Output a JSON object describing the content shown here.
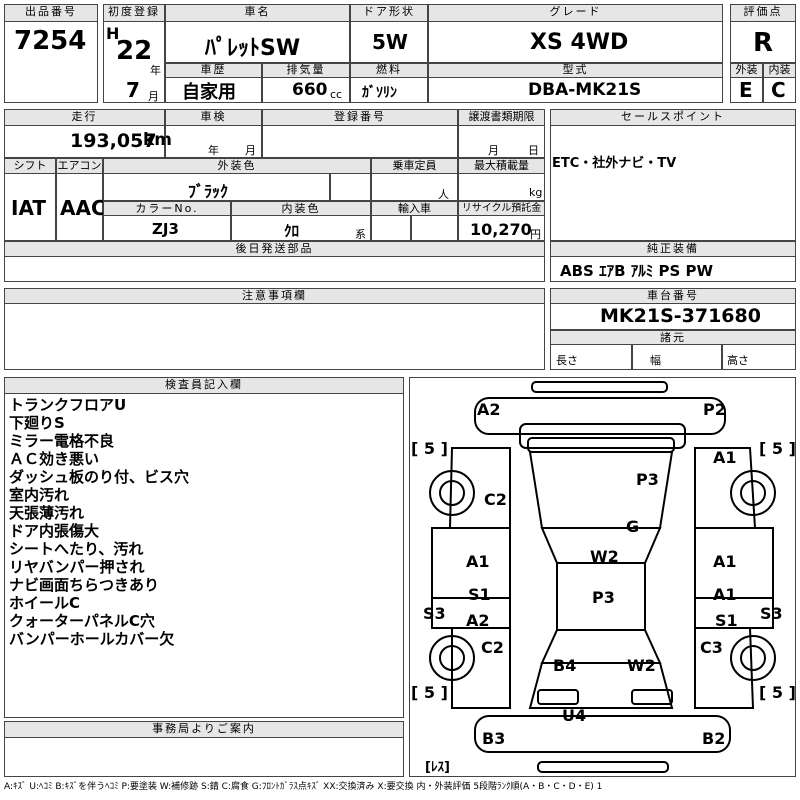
{
  "header": {
    "lot_label": "出品番号",
    "lot_no": "7254",
    "first_reg_label": "初度登録",
    "era": "H",
    "year": "22",
    "year_unit": "年",
    "month": "7",
    "month_unit": "月",
    "name_label": "車名",
    "car_name": "ﾊﾟﾚｯﾄSW",
    "door_label": "ドア形状",
    "door": "5W",
    "grade_label": "グレード",
    "grade": "XS 4WD",
    "score_label": "評価点",
    "score": "R",
    "history_label": "車歴",
    "history": "自家用",
    "displacement_label": "排気量",
    "displacement": "660",
    "displacement_unit": "cc",
    "fuel_label": "燃料",
    "fuel": "ｶﾞｿﾘﾝ",
    "model_label": "型式",
    "model": "DBA-MK21S",
    "ext_label": "外装",
    "ext_grade": "E",
    "int_label": "内装",
    "int_grade": "C"
  },
  "row2": {
    "mileage_label": "走行",
    "mileage": "193,057",
    "mileage_unit": "km",
    "inspection_label": "車検",
    "insp_year": "年",
    "insp_month": "月",
    "reg_no_label": "登録番号",
    "transfer_label": "譲渡書類期限",
    "transfer_month": "月",
    "transfer_day": "日",
    "sales_label": "セールスポイント",
    "sales_text": "ETC・社外ナビ・TV",
    "shift_label": "シフト",
    "shift": "IAT",
    "ac_label": "エアコン",
    "ac": "AAC",
    "color_label": "外装色",
    "color": "ﾌﾞﾗｯｸ",
    "capacity_label": "乗車定員",
    "capacity_unit": "人",
    "load_label": "最大積載量",
    "load_unit": "kg",
    "color_no_label": "カラーNo.",
    "color_no": "ZJ3",
    "interior_color_label": "内装色",
    "interior_color": "ｸﾛ",
    "interior_unit": "系",
    "import_label": "輸入車",
    "recycle_label": "リサイクル預託金",
    "recycle": "10,270",
    "recycle_unit": "円",
    "later_label": "後日発送部品",
    "equip_label": "純正装備",
    "equip": "ABS ｴｱB ｱﾙﾐ PS PW",
    "notes_label": "注意事項欄",
    "chassis_label": "車台番号",
    "chassis": "MK21S-371680",
    "spec_label": "諸元",
    "length": "長さ",
    "width": "幅",
    "height": "高さ"
  },
  "inspector": {
    "label": "検査員記入欄",
    "notes": [
      "トランクフロアU",
      "下廻りS",
      "ミラー電格不良",
      "ＡＣ効き悪い",
      "ダッシュ板のり付、ビス穴",
      "室内汚れ",
      "天張薄汚れ",
      "ドア内張傷大",
      "シートへたり、汚れ",
      "リヤバンパー押され",
      "ナビ画面ちらつきあり",
      "ホイールC",
      "クォーターパネルC穴",
      "バンパーホールカバー欠"
    ]
  },
  "office": {
    "label": "事務局よりご案内"
  },
  "diagram": {
    "marks": [
      "A2",
      "P2",
      "A1",
      "C2",
      "P3",
      "G",
      "A1",
      "W2",
      "A1",
      "S1",
      "P3",
      "A1",
      "S3",
      "A2",
      "S1",
      "S3",
      "C2",
      "C3",
      "B4",
      "W2",
      "U4",
      "B3",
      "B2"
    ],
    "tires": [
      "[ 5 ]",
      "[ 5 ]",
      "[ 5 ]",
      "[ 5 ]"
    ],
    "spare": "[ﾚｽ]"
  },
  "legend": "A:ｷｽﾞ U:ﾍｺﾐ B:ｷｽﾞを伴うﾍｺﾐ P:要塗装 W:補修跡 S:錆 C:腐食 G:ﾌﾛﾝﾄｶﾞﾗｽ点ｷｽﾞ XX:交換済み X:要交換 内・外装評価 5段階ﾗﾝｸ順(A・B・C・D・E) 1"
}
